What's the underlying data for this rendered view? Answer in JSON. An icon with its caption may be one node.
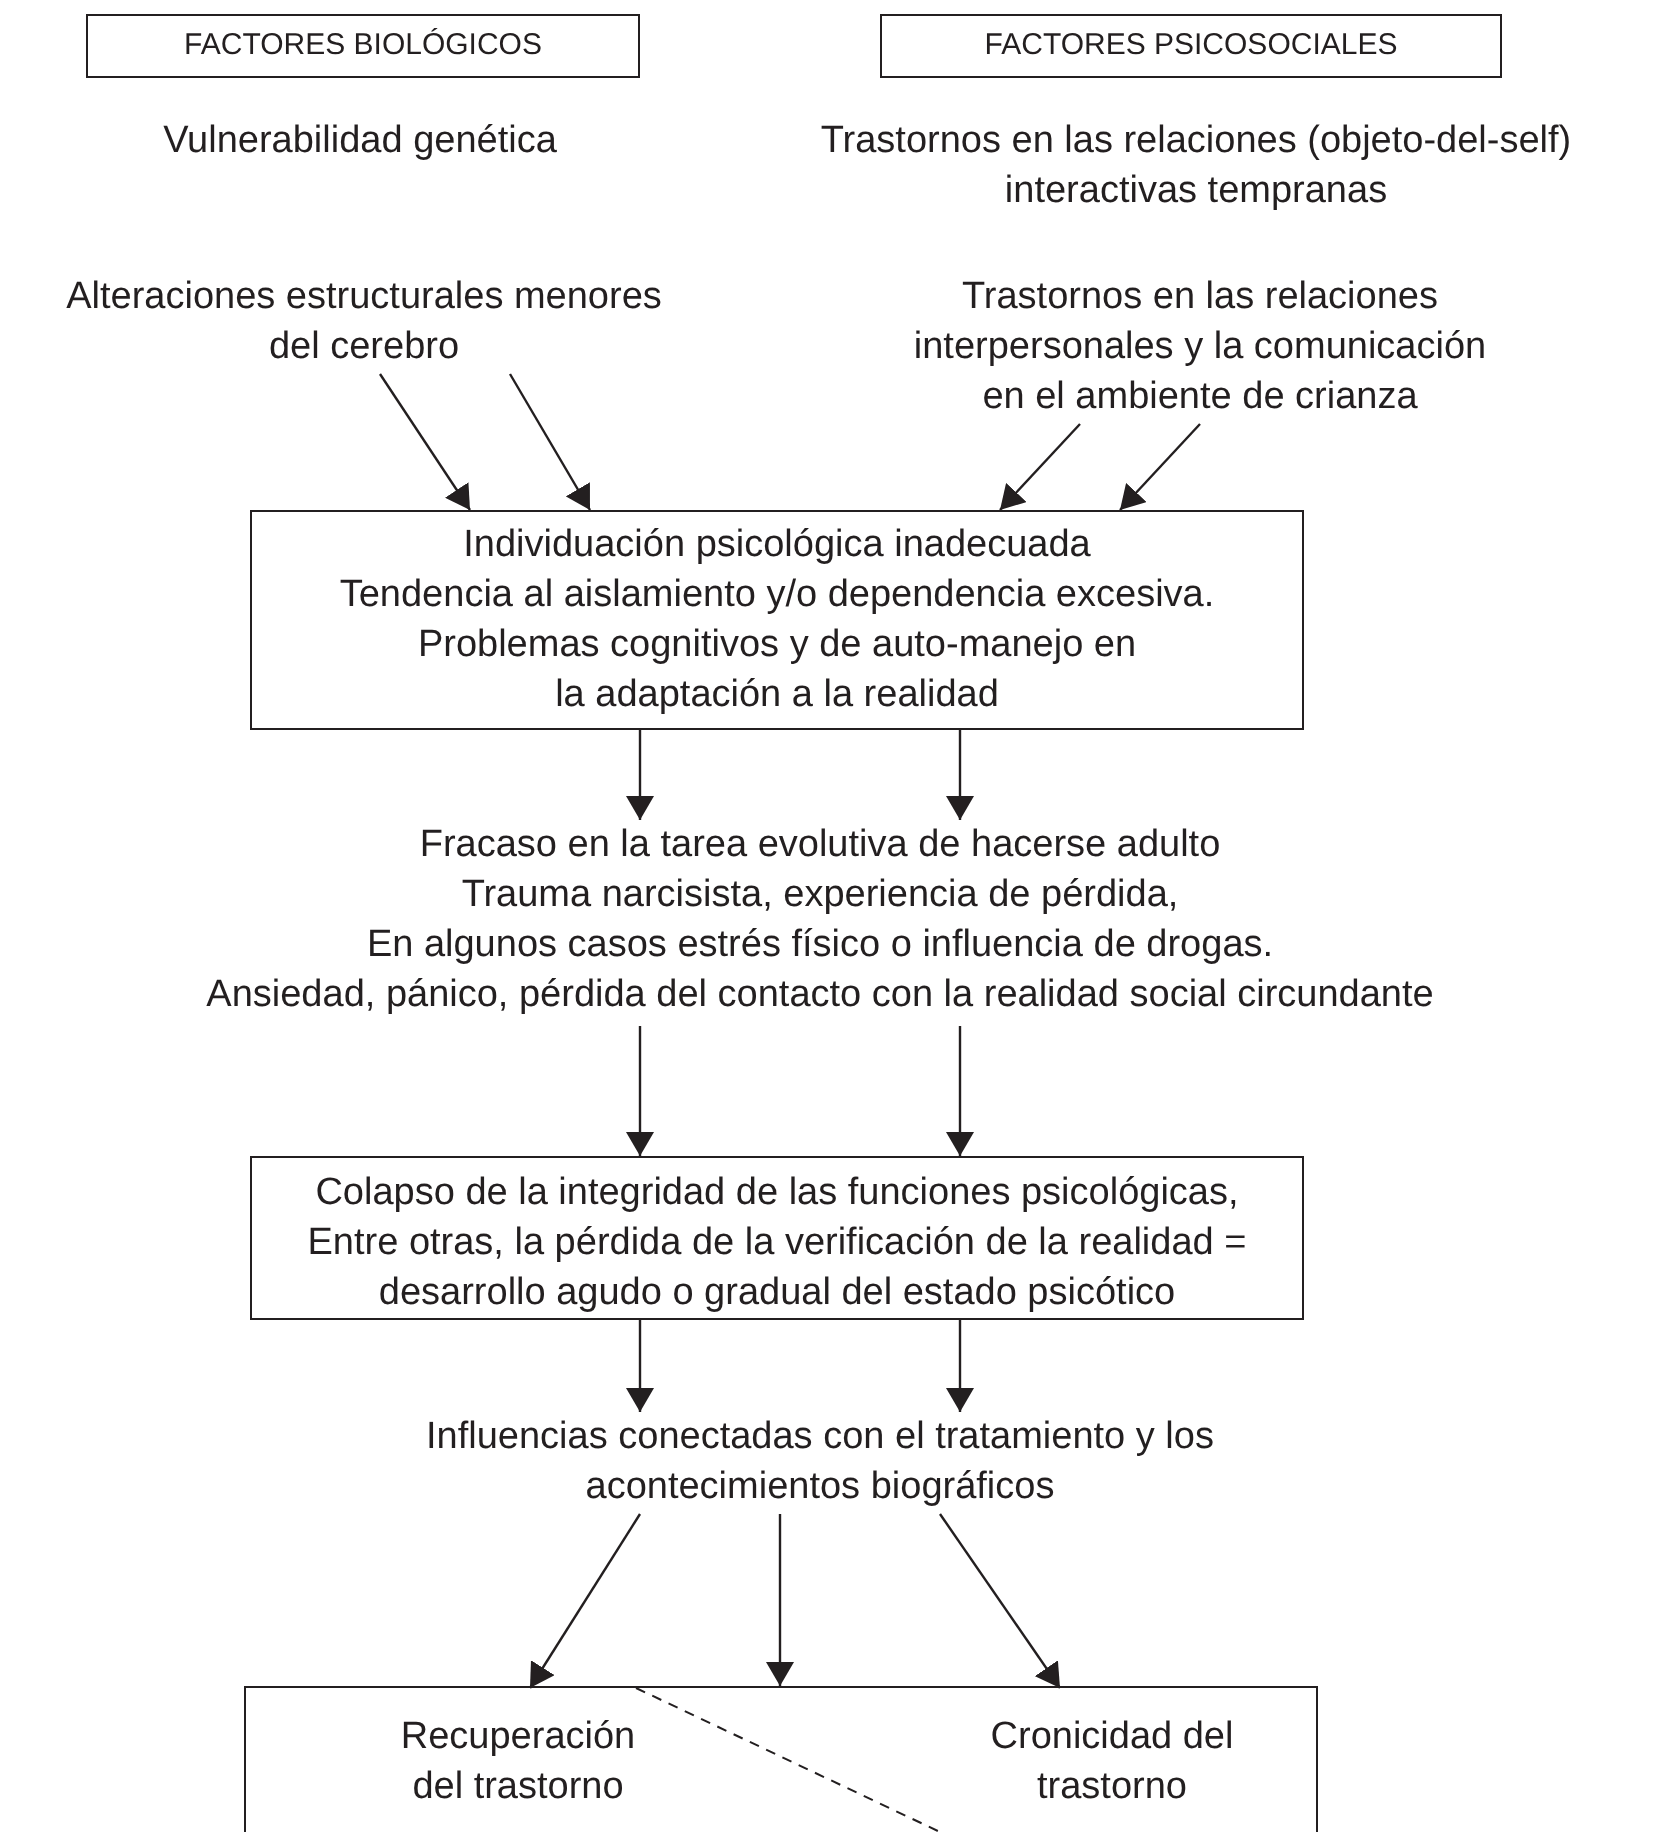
{
  "diagram": {
    "nodes": [
      {
        "text": [
          "FACTORES BIOLÓGICOS"
        ]
      },
      {
        "text": [
          "FACTORES PSICOSOCIALES"
        ]
      },
      {
        "text": [
          "Alteraciones estructurales menores del cerebro"
        ]
      },
      {
        "text": [
          "Trastornos en las relaciones interpersonales y la comunicación en el ambiente de crianza"
        ]
      },
      {
        "text": [
          "Individuación psicológica inadecuada",
          "Tendencia al aislamiento y/o dependencia excesiva.",
          "Problemas cognitivos y de auto-manejo en la adaptación a la realidad"
        ]
      },
      {
        "text": [
          "Fracaso en la tarea evolutiva de hacerse adulto",
          "Trauma narcisista, experiencia de pérdida,",
          "En algunos casos estrés físico o influencia de drogas.",
          "Ansiedad, pánico, pérdida del contacto con la realidad social circundante"
        ]
      },
      {
        "text": [
          "Colapso de la integridad de las funciones psicológicas,",
          "Entre otras, la pérdida de la verificación de la realidad = desarrollo agudo o gradual del estado psicótico"
        ]
      },
      {
        "text": [
          "Influencias conectadas con el tratamiento y los acontecimientos biográficos"
        ]
      },
      {
        "text": [],
        "shape": "box"
      },
      {
        "text": [
          "Recuperación del trastorno"
        ],
        "in": 8
      },
      {
        "text": [
          "Cronicidad del trastorno"
        ],
        "in": 8
      }
    ],
    "edges": [
      {
        "from": 2,
        "to": 4,
        "arrow": "to"
      },
      {
        "from": 2,
        "to": 4,
        "arrow": "to"
      },
      {
        "from": 3,
        "to": 4,
        "arrow": "to"
      },
      {
        "from": 3,
        "to": 4,
        "arrow": "to"
      },
      {
        "from": 4,
        "to": 5,
        "arrow": "to"
      },
      {
        "from": 4,
        "to": 5,
        "arrow": "to"
      },
      {
        "from": 5,
        "to": 6,
        "arrow": "to"
      },
      {
        "from": 5,
        "to": 6,
        "arrow": "to"
      },
      {
        "from": 6,
        "to": 7,
        "arrow": "to"
      },
      {
        "from": 6,
        "to": 7,
        "arrow": "to"
      },
      {
        "from": 7,
        "to": 9,
        "arrow": "to"
      },
      {
        "from": 7,
        "to": 8,
        "arrow": "to"
      },
      {
        "from": 7,
        "to": 10,
        "arrow": "to"
      }
    ],
    "labels": [
      "Vulnerabilidad genética",
      "Trastornos en las relaciones (objeto-del-self) interactivas tempranas"
    ]
  }
}
